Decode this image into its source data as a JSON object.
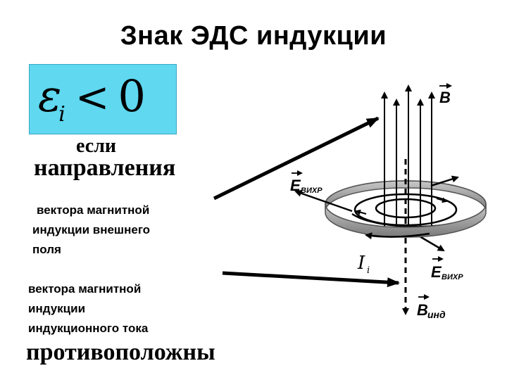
{
  "title": "Знак ЭДС индукции",
  "formula": {
    "symbol": "ε",
    "subscript": "i",
    "relation": "<",
    "value": "0"
  },
  "text": {
    "if_word": "если",
    "directions": "направления",
    "external_field_line1": "вектора магнитной",
    "external_field_line2": "индукции внешнего",
    "external_field_line3": "поля",
    "induced_field_line1": "вектора магнитной",
    "induced_field_line2": "индукции",
    "induced_field_line3": "индукционного тока",
    "opposite": "противоположны"
  },
  "diagram_labels": {
    "b_label": "B",
    "e_vihr_label": "E",
    "e_vihr_subscript": "ВИХР",
    "current_label": "I",
    "current_subscript": "i",
    "b_ind_label": "B",
    "b_ind_subscript": "инд"
  },
  "colors": {
    "formula_bg": "#5fd8f0",
    "ring": "#888888",
    "ring_highlight": "#c8c8c8",
    "lines": "#000000"
  }
}
